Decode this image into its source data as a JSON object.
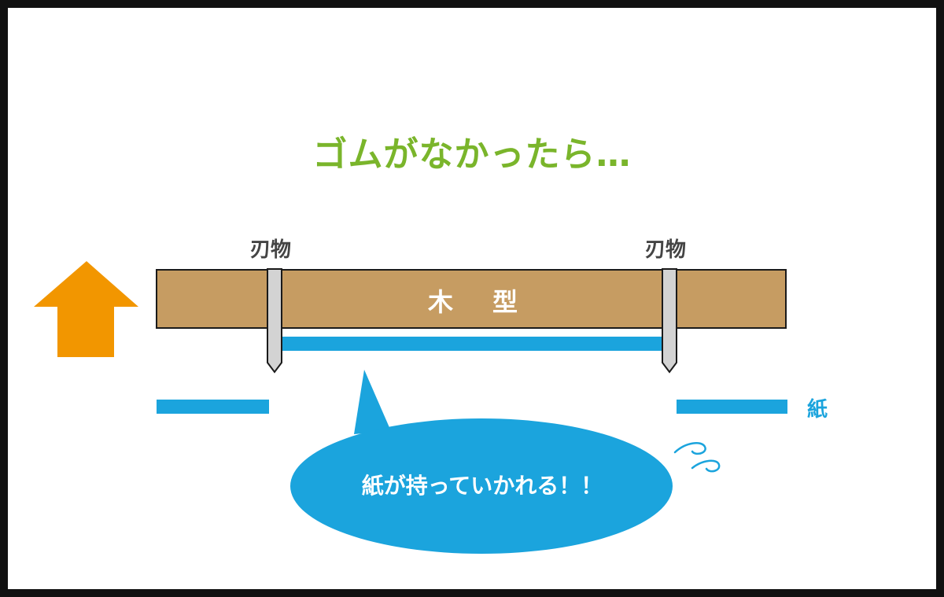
{
  "title": "ゴムがなかったら…",
  "labels": {
    "blade_left": "刃物",
    "blade_right": "刃物",
    "mold": "木型",
    "paper": "紙"
  },
  "bubble": {
    "text": "紙が持っていかれる！！"
  },
  "icons": {
    "up_arrow": "up-arrow-icon",
    "sweat": "sweat-icon"
  },
  "colors": {
    "title": "#7ab52b",
    "mold": "#c69c62",
    "paper": "#1ba4dd",
    "bubble": "#1ba4dd",
    "arrow": "#f29600",
    "blade": "#d3d3d3",
    "label": "#444444"
  }
}
